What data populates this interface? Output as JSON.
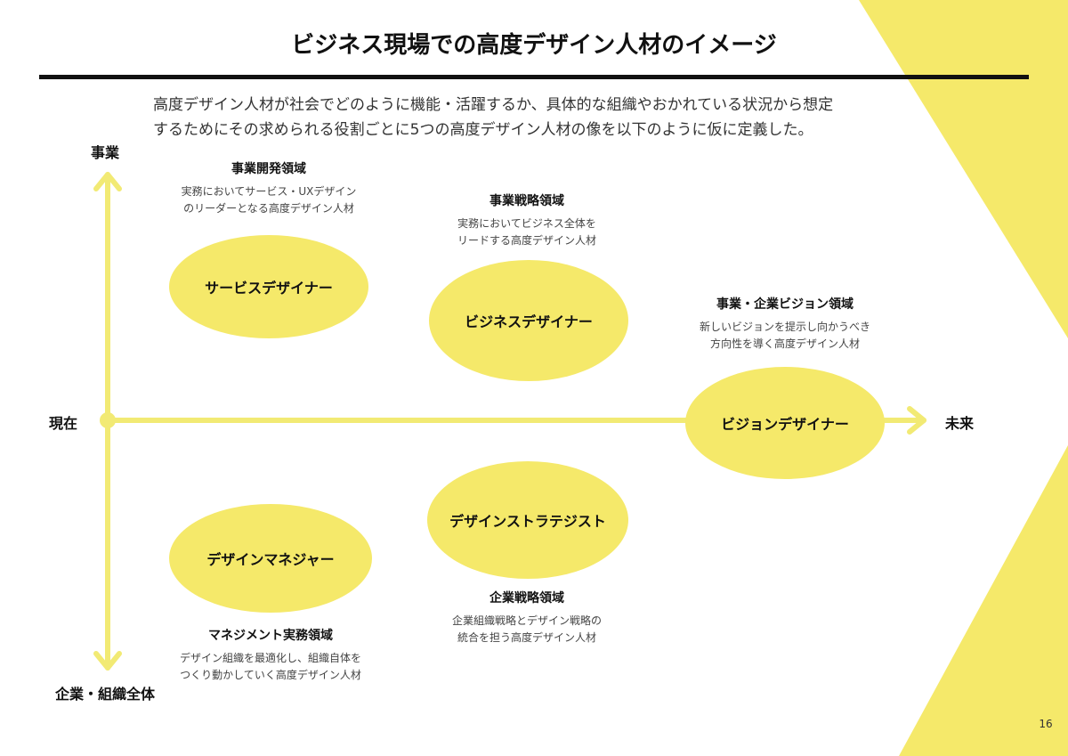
{
  "page": {
    "title": "ビジネス現場での高度デザイン人材のイメージ",
    "intro_line1": "高度デザイン人材が社会でどのように機能・活躍するか、具体的な組織やおかれている状況から想定",
    "intro_line2": "するためにその求められる役割ごとに5つの高度デザイン人材の像を以下のように仮に定義した。",
    "page_number": "16",
    "accent_color": "#f5e96a",
    "axis_color": "#f2ea74"
  },
  "axes": {
    "top": "事業",
    "bottom": "企業・組織全体",
    "left": "現在",
    "right": "未来"
  },
  "roles": [
    {
      "name": "サービスデザイナー",
      "area_title": "事業開発領域",
      "desc1": "実務においてサービス・UXデザイン",
      "desc2": "のリーダーとなる高度デザイン人材"
    },
    {
      "name": "ビジネスデザイナー",
      "area_title": "事業戦略領域",
      "desc1": "実務においてビジネス全体を",
      "desc2": "リードする高度デザイン人材"
    },
    {
      "name": "ビジョンデザイナー",
      "area_title": "事業・企業ビジョン領域",
      "desc1": "新しいビジョンを提示し向かうべき",
      "desc2": "方向性を導く高度デザイン人材"
    },
    {
      "name": "デザインストラテジスト",
      "area_title": "企業戦略領域",
      "desc1": "企業組織戦略とデザイン戦略の",
      "desc2": "統合を担う高度デザイン人材"
    },
    {
      "name": "デザインマネジャー",
      "area_title": "マネジメント実務領域",
      "desc1": "デザイン組織を最適化し、組織自体を",
      "desc2": "つくり動かしていく高度デザイン人材"
    }
  ]
}
